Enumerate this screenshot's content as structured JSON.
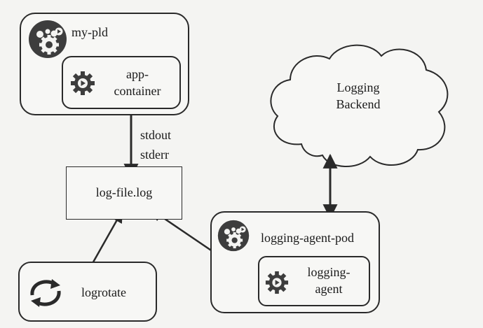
{
  "pod": {
    "title": "my-pld",
    "container_label_line1": "app-",
    "container_label_line2": "container",
    "icon": "gears-icon",
    "container_icon": "gear-play-icon"
  },
  "stream_labels": {
    "line1": "stdout",
    "line2": "stderr"
  },
  "log_file": {
    "label": "log-file.log"
  },
  "logrotate": {
    "label": "logrotate",
    "icon": "rotate-arrows-icon"
  },
  "agent_pod": {
    "title": "logging-agent-pod",
    "icon": "gears-icon",
    "agent_label_line1": "logging-",
    "agent_label_line2": "agent",
    "agent_icon": "gear-play-icon"
  },
  "backend": {
    "label_line1": "Logging",
    "label_line2": "Backend"
  },
  "colors": {
    "stroke": "#2a2a2a",
    "icon_fill": "#3d3d3d",
    "background": "#f4f4f2"
  }
}
